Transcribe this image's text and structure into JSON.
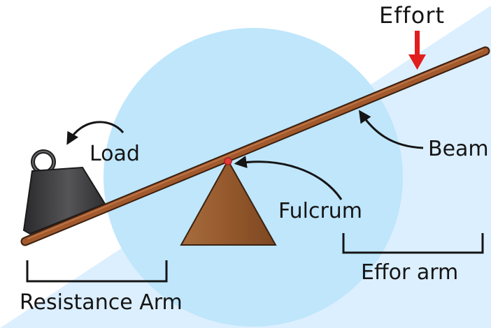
{
  "labels": {
    "effort": "Effort",
    "load": "Load",
    "beam": "Beam",
    "fulcrum": "Fulcrum",
    "effort_arm": "Effor arm",
    "resistance_arm": "Resistance Arm"
  },
  "colors": {
    "background": "#ffffff",
    "backdrop_band": "#dcefff",
    "circle": "#bfe6fb",
    "beam": "#a2592c",
    "beam_outline": "#3a1f10",
    "fulcrum": "#9c6334",
    "fulcrum_outline": "#3a2212",
    "pivot": "#e23a3a",
    "effort_arrow": "#e21d1d",
    "weight_body": "#3a3a3c",
    "text": "#151515"
  },
  "icons": {
    "effort_arrow": "down-arrow-icon",
    "load_arrow": "curved-arrow-icon",
    "weight": "weight-icon"
  }
}
